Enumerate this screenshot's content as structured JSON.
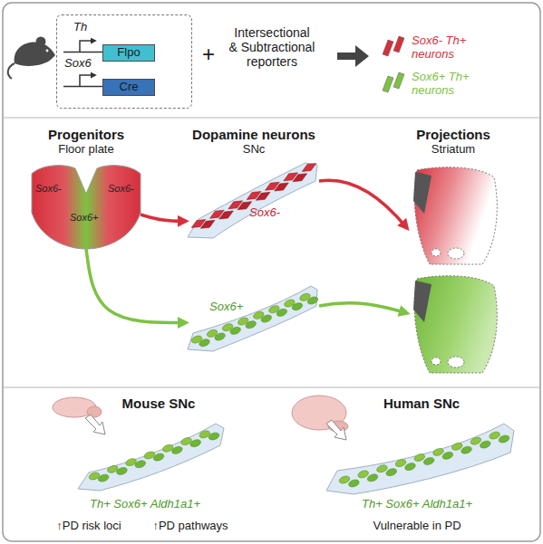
{
  "diagram": {
    "nodes": [
      {
        "text": [
          "Th",
          "Sox6"
        ]
      },
      {
        "text": [
          "Flpo"
        ],
        "in": 0
      },
      {
        "text": [
          "Cre"
        ],
        "in": 0
      },
      {
        "text": [
          "Sox6-",
          "Sox6+",
          "Sox6-"
        ]
      },
      {
        "text": [
          "Sox6-"
        ]
      },
      {
        "text": [
          "Sox6+"
        ]
      }
    ],
    "edges": [
      {
        "from": 3,
        "to": 4,
        "arrow": "to"
      },
      {
        "from": 3,
        "to": 5,
        "arrow": "to"
      }
    ],
    "labels": [
      "+",
      "Intersectional & Subtractional reporters",
      "Progenitors",
      "Floor plate",
      "Dopamine neurons",
      "SNc",
      "Projections",
      "Striatum",
      "Mouse SNc",
      "Th+ Sox6+ Aldh1a1+",
      "↑PD risk loci",
      "↑PD pathways",
      "Human SNc",
      "Th+ Sox6+ Aldh1a1+",
      "Vulnerable in PD"
    ],
    "legend": [
      {
        "text": "Sox6- Th+ neurons",
        "color": "#d6303c"
      },
      {
        "text": "Sox6+ Th+ neurons",
        "color": "#7dc242"
      }
    ]
  }
}
